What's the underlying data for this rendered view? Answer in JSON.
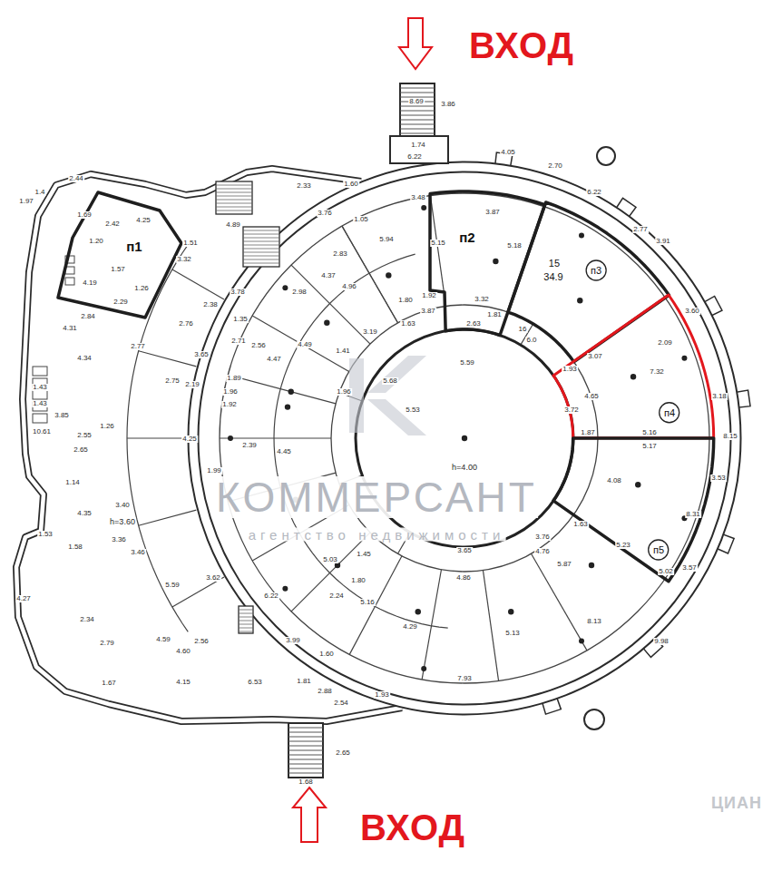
{
  "diagram": {
    "nodes": [
      {
        "text": [
          "п1"
        ]
      },
      {
        "text": [
          "п2"
        ]
      },
      {
        "text": [
          "15",
          "34.9",
          "п3"
        ]
      },
      {
        "text": [
          "п4"
        ]
      },
      {
        "text": [
          "п5"
        ]
      }
    ],
    "labels": [
      "ВХОД",
      "ВХОД",
      "КОММЕРСАНТ",
      "агентство недвижимости",
      "ЦИАН",
      "h=4.00",
      "h=3.60",
      "8.69",
      "3.86",
      "1.74",
      "6.22",
      "4.05",
      "2.70",
      "6.22",
      "2.77",
      "3.91",
      "3.60",
      "2.09",
      "3.18",
      "8.15",
      "3.53",
      "3.57",
      "9.98",
      "3.87",
      "5.15",
      "5.18",
      "3.32",
      "3.87",
      "2.63",
      "1.81",
      "16",
      "6.0",
      "3.07",
      "7.32",
      "1.93",
      "3.72",
      "4.65",
      "1.87",
      "5.16",
      "5.17",
      "4.08",
      "8.31",
      "5.23",
      "5.02",
      "1.63",
      "3.76",
      "4.76",
      "5.87",
      "3.65",
      "4.86",
      "5.13",
      "8.13",
      "7.93",
      "4.29",
      "1.93",
      "5.59",
      "5.53",
      "1.97",
      "1.4",
      "2.44",
      "1.69",
      "2.42",
      "4.25",
      "3.32",
      "1.51",
      "1.20",
      "1.57",
      "1.26",
      "4.19",
      "2.29",
      "2.84",
      "4.31",
      "2.77",
      "4.34",
      "1.43",
      "1.43",
      "1.26",
      "3.85",
      "2.55",
      "10.61",
      "2.65",
      "1.14",
      "3.40",
      "4.35",
      "1.53",
      "1.58",
      "3.36",
      "3.46",
      "4.27",
      "2.34",
      "2.79",
      "1.67",
      "4.15",
      "4.59",
      "4.60",
      "2.56",
      "5.59",
      "6.53",
      "3.62",
      "3.99",
      "1.60",
      "1.81",
      "2.88",
      "2.54",
      "2.65",
      "1.68",
      "2.33",
      "1.60",
      "3.76",
      "4.89",
      "3.48",
      "1.05",
      "2.83",
      "5.94",
      "4.37",
      "4.96",
      "2.98",
      "3.78",
      "2.38",
      "2.76",
      "2.71",
      "1.35",
      "2.56",
      "4.49",
      "4.47",
      "1.41",
      "3.19",
      "1.80",
      "1.63",
      "1.92",
      "1.96",
      "5.68",
      "3.65",
      "2.19",
      "1.89",
      "1.96",
      "1.92",
      "2.75",
      "2.39",
      "4.25",
      "4.45",
      "1.99",
      "1.45",
      "5.03",
      "6.22",
      "2.24",
      "5.16",
      "1.80"
    ]
  }
}
